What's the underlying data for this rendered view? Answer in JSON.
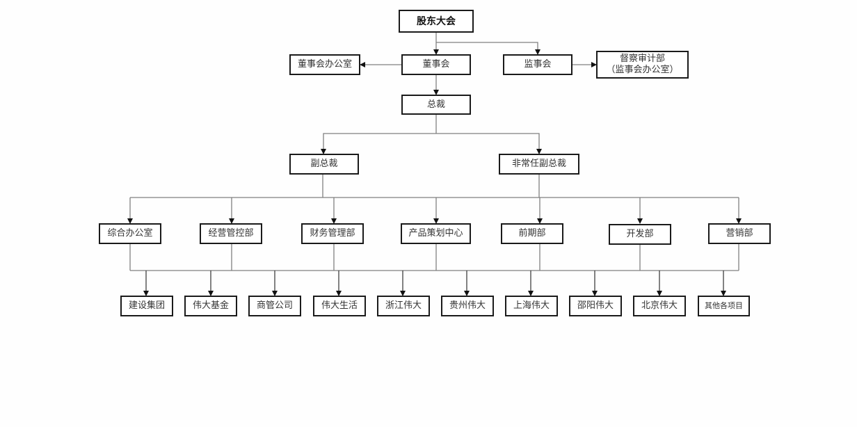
{
  "title": "组织架构图",
  "colors": {
    "line": "#808080",
    "border": "#1a1a1a",
    "text": "#333333"
  },
  "nodes": {
    "shareholders": "股东大会",
    "board": "董事会",
    "board_office": "董事会办公室",
    "supervisory": "监事会",
    "audit_line1": "督察审计部",
    "audit_line2": "（监事会办公室）",
    "president": "总裁",
    "vp": "副总裁",
    "nonstanding_vp": "非常任副总裁"
  },
  "departments": [
    "综合办公室",
    "经营管控部",
    "财务管理部",
    "产品策划中心",
    "前期部",
    "开发部",
    "营销部"
  ],
  "subsidiaries": [
    "建设集团",
    "伟大基金",
    "商管公司",
    "伟大生活",
    "浙江伟大",
    "贵州伟大",
    "上海伟大",
    "邵阳伟大",
    "北京伟大",
    "其他各项目"
  ]
}
